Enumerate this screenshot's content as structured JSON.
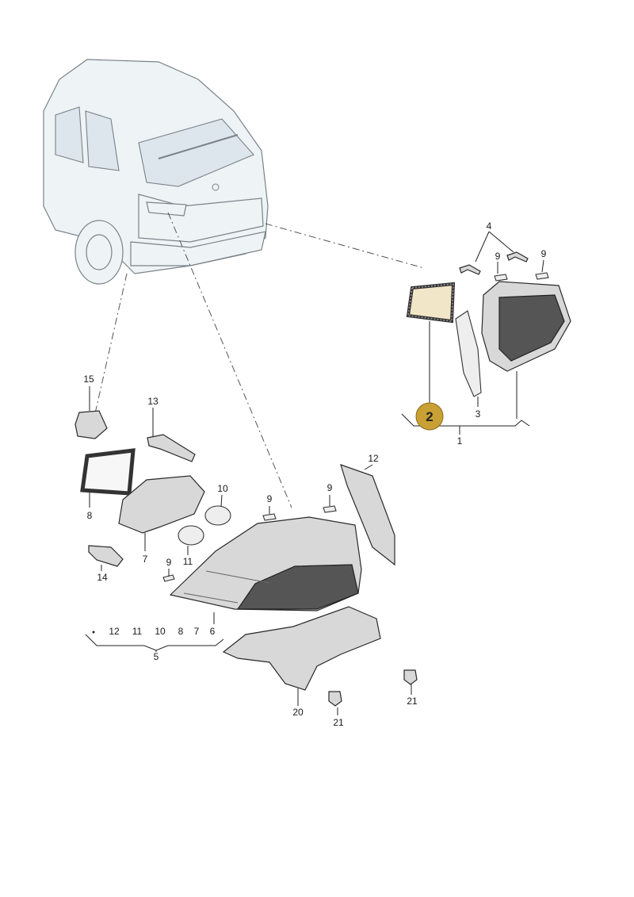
{
  "labels": {
    "l1": "1",
    "l2": "2",
    "l3": "3",
    "l4": "4",
    "l5": "5",
    "l6": "6",
    "l7": "7",
    "l8": "8",
    "l9a": "9",
    "l9b": "9",
    "l9c": "9",
    "l9d": "9",
    "l9e": "9",
    "l10": "10",
    "l11": "11",
    "l12": "12",
    "l13": "13",
    "l14": "14",
    "l15": "15",
    "l20": "20",
    "l21a": "21",
    "l21b": "21"
  },
  "group5": [
    "12",
    "11",
    "10",
    "8",
    "7",
    "6"
  ],
  "colors": {
    "highlight": "#c9a033",
    "gasket": "#f2e6c8"
  }
}
